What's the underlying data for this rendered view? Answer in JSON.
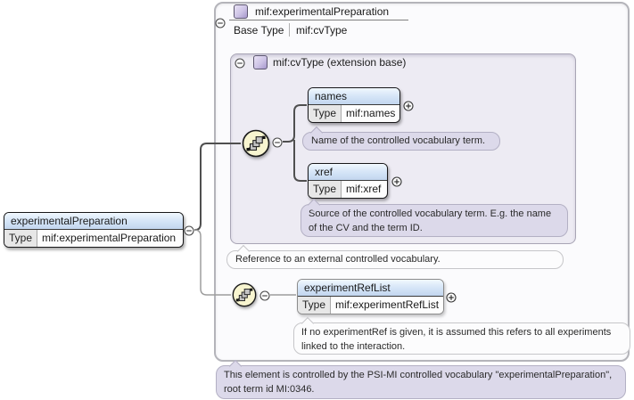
{
  "panel": {
    "title": "mif:experimentalPreparation",
    "base_type": {
      "label": "Base Type",
      "value": "mif:cvType"
    }
  },
  "extension_section": {
    "title": "mif:cvType (extension base)"
  },
  "elements": {
    "main": {
      "name": "experimentalPreparation",
      "type_label": "Type",
      "type_value": "mif:experimentalPreparation"
    },
    "names": {
      "name": "names",
      "type_label": "Type",
      "type_value": "mif:names",
      "annotation": "Name of the controlled vocabulary term."
    },
    "xref": {
      "name": "xref",
      "type_label": "Type",
      "type_value": "mif:xref",
      "annotation": "Source of the controlled vocabulary term. E.g. the name of the CV and the term ID."
    },
    "experiment_ref_list": {
      "name": "experimentRefList",
      "type_label": "Type",
      "type_value": "mif:experimentRefList",
      "annotation": "If no experimentRef is given, it is assumed this refers to all experiments linked to the interaction."
    }
  },
  "annotations": {
    "cvtype": "Reference to an external controlled vocabulary.",
    "footnote": "This element is controlled by the PSI-MI controlled vocabulary \"experimentalPreparation\", root term id MI:0346."
  },
  "icons": {
    "compositor": "sequence",
    "collapse": "minus-circle",
    "expand": "plus-circle",
    "element": "purple-square"
  },
  "colors": {
    "box_header": "#c2d6ef",
    "annotation_bubble": "#dcd9ea",
    "section_bg": "#edebf3",
    "compositor_fill": "#f8f5d0",
    "optional_border": "#8c8c8c",
    "tree_line_dark": "#4f4f4f",
    "tree_line_light": "#9d9d9d"
  }
}
